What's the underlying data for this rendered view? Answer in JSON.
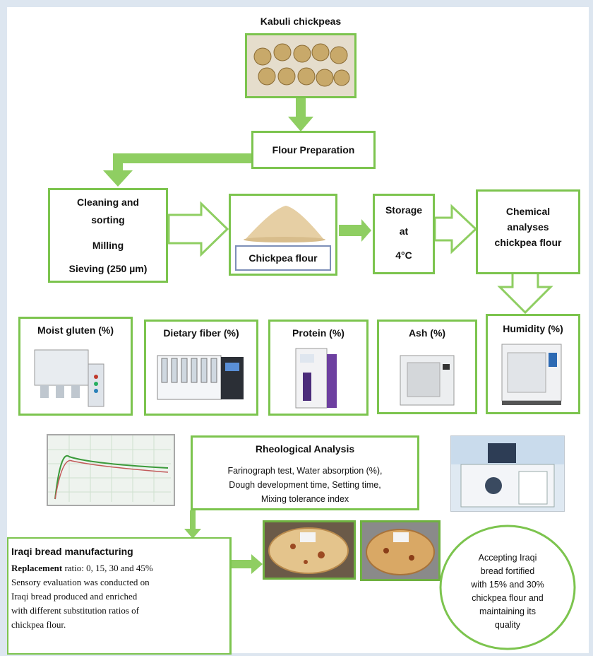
{
  "source": {
    "title": "Kabuli chickpeas"
  },
  "steps": {
    "flour_preparation": "Flour Preparation",
    "cleaning": {
      "line1": "Cleaning and",
      "line2": "sorting",
      "line3": "Milling",
      "line4": "Sieving (250 µm)"
    },
    "chickpea_flour": "Chickpea flour",
    "storage": {
      "line1": "Storage",
      "line2": "at",
      "line3": "4°C"
    },
    "chemical": {
      "line1": "Chemical",
      "line2": "analyses",
      "line3": "chickpea flour"
    }
  },
  "analyses": [
    {
      "label": "Moist gluten (%)"
    },
    {
      "label": "Dietary fiber (%)"
    },
    {
      "label": "Protein (%)"
    },
    {
      "label": "Ash (%)"
    },
    {
      "label": "Humidity (%)"
    }
  ],
  "rheology": {
    "title": "Rheological Analysis",
    "line1": "Farinograph test, Water absorption (%),",
    "line2": "Dough development time, Setting time,",
    "line3": "Mixing tolerance index"
  },
  "bread": {
    "title": "Iraqi bread manufacturing",
    "replacement_label": "Replacement",
    "replacement_rest": " ratio: 0, 15, 30 and 45%",
    "line2": "Sensory evaluation was conducted on",
    "line3": "Iraqi bread produced and enriched",
    "line4": "with different substitution ratios of",
    "line5": "chickpea flour."
  },
  "conclusion": {
    "line1": "Accepting Iraqi",
    "line2": "bread fortified",
    "line3": "with 15% and 30%",
    "line4": "chickpea flour and",
    "line5": "maintaining its",
    "line6": "quality"
  },
  "colors": {
    "green": "#7cc44e",
    "arrow_fill": "#8fce62",
    "flour": "#e6cfa4"
  }
}
